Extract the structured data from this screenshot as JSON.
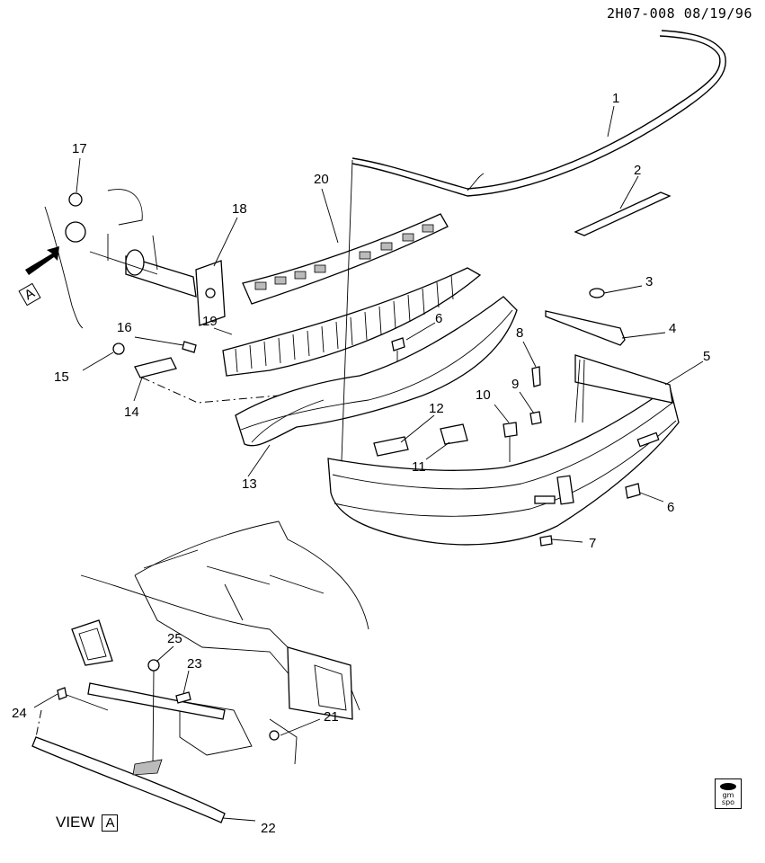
{
  "diagram_code": "2H07-008 08/19/96",
  "callouts": [
    "1",
    "2",
    "3",
    "4",
    "5",
    "6",
    "6",
    "7",
    "8",
    "9",
    "10",
    "11",
    "12",
    "13",
    "14",
    "15",
    "16",
    "17",
    "18",
    "19",
    "20",
    "21",
    "22",
    "23",
    "24",
    "25"
  ],
  "view": {
    "label": "VIEW",
    "letter": "A"
  },
  "arrow_letter": "A",
  "logo_text": "gm spo"
}
